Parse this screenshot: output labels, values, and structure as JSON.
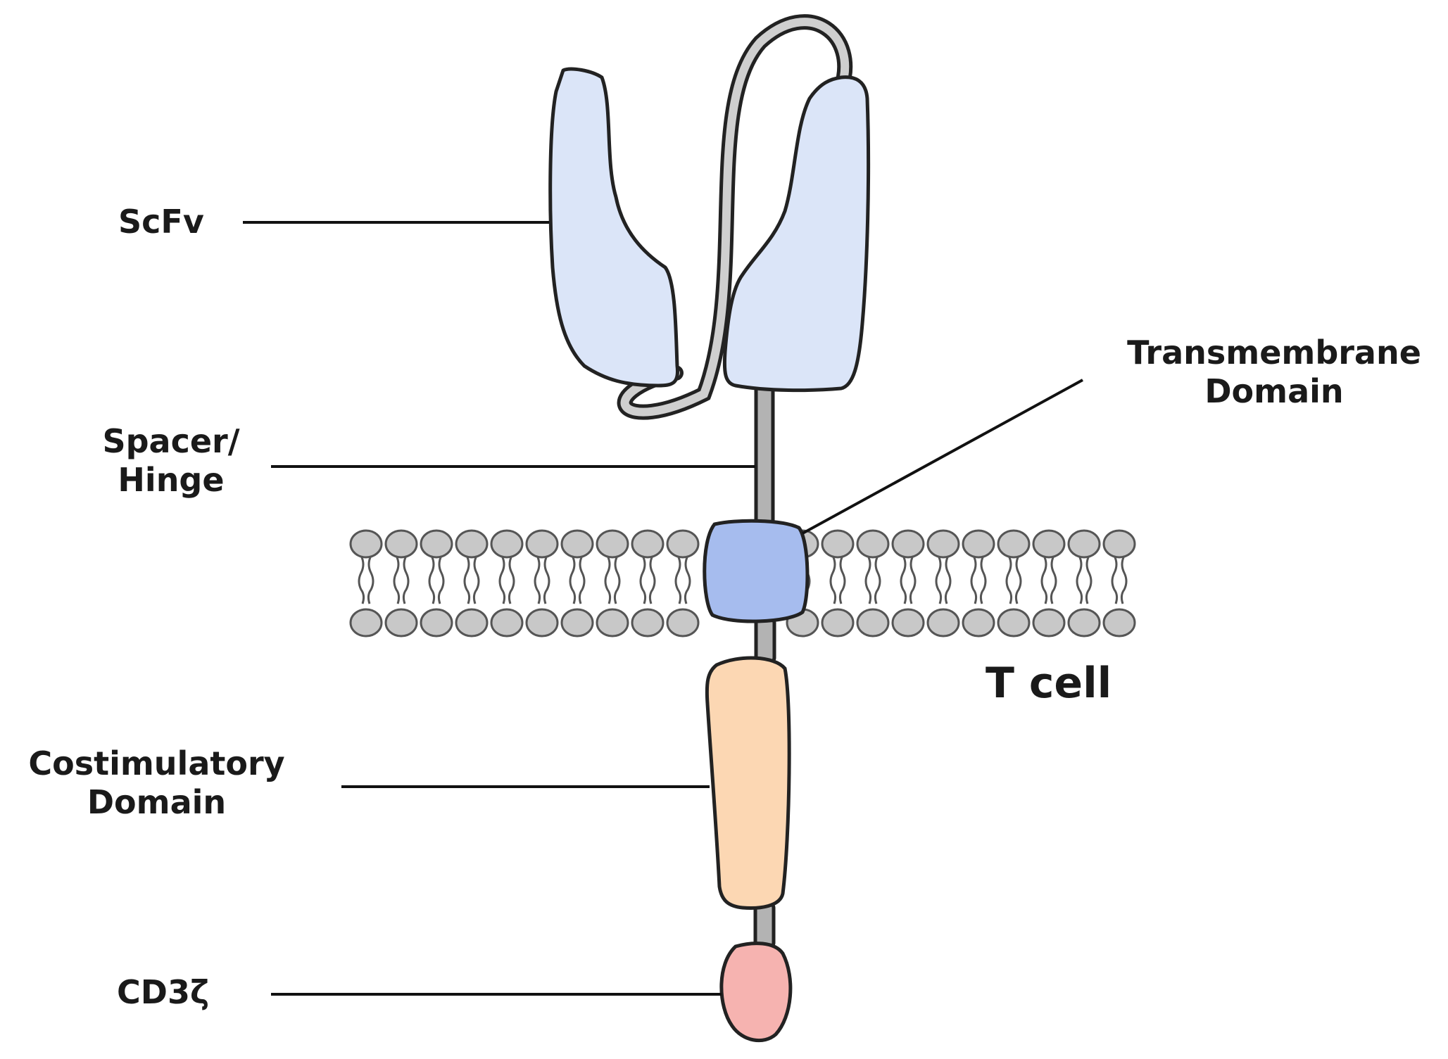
{
  "labels": {
    "scfv": "ScFv",
    "spacer_line1": "Spacer/",
    "spacer_line2": "Hinge",
    "tm_line1": "Transmembrane",
    "tm_line2": "Domain",
    "t_cell": "T cell",
    "costim_line1": "Costimulatory",
    "costim_line2": "Domain",
    "cd3z": "CD3ζ"
  },
  "colors": {
    "scfv_fill": "#dbe5f8",
    "tm_fill": "#a6bcee",
    "costim_fill": "#fcd7b3",
    "cd3z_fill": "#f6b3b0",
    "lipid_head": "#c8c8c8",
    "hinge": "#b3b3b3",
    "outline": "#222222"
  }
}
